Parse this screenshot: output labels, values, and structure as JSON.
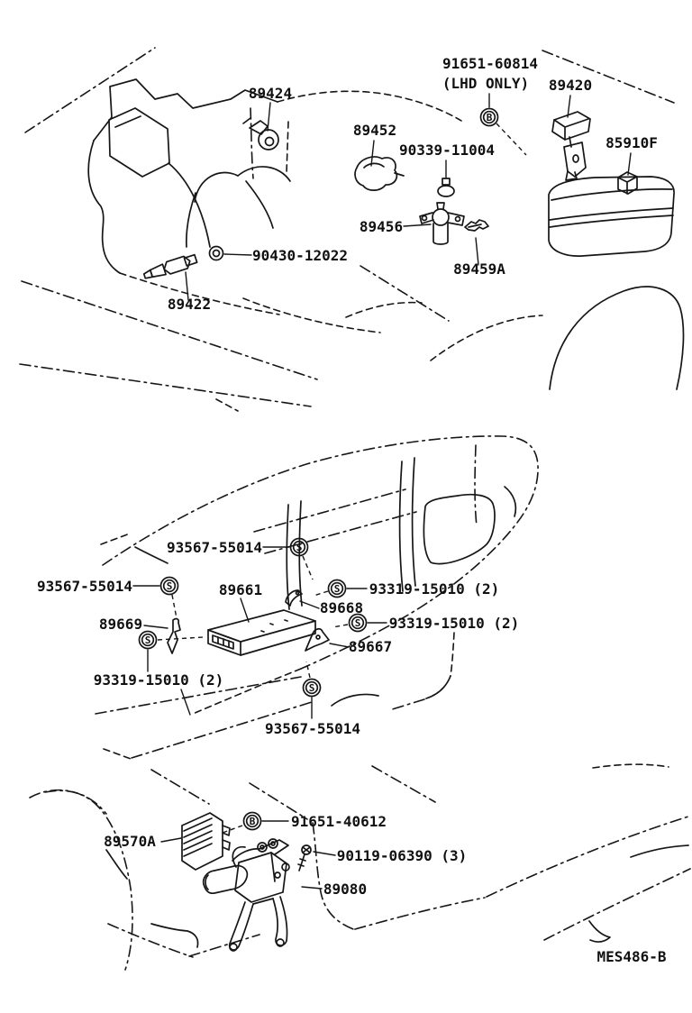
{
  "page": {
    "background": "#ffffff",
    "ink": "#161616"
  },
  "diagram": {
    "footer_code": "MES486-B",
    "symbols": {
      "bolt_b": "B",
      "screw_s": "S"
    },
    "top_section": {
      "labels": {
        "p89424": "89424",
        "p91651_60814": "91651-60814",
        "lhd_note": "(LHD ONLY)",
        "p89420": "89420",
        "p85910F": "85910F",
        "p89452": "89452",
        "p90339_11004": "90339-11004",
        "p89456": "89456",
        "p90430_12022": "90430-12022",
        "p89459A": "89459A",
        "p89422": "89422"
      }
    },
    "middle_section": {
      "labels": {
        "p93567_55014_top": "93567-55014",
        "p93567_55014_left": "93567-55014",
        "p93567_55014_bottom": "93567-55014",
        "p89661": "89661",
        "p89669": "89669",
        "p89668": "89668",
        "p89667": "89667",
        "p93319_15010_right1": "93319-15010 (2)",
        "p93319_15010_right2": "93319-15010 (2)",
        "p93319_15010_left": "93319-15010 (2)"
      }
    },
    "bottom_section": {
      "labels": {
        "p91651_40612": "91651-40612",
        "p89570A": "89570A",
        "p90119_06390": "90119-06390 (3)",
        "p89080": "89080"
      }
    }
  }
}
